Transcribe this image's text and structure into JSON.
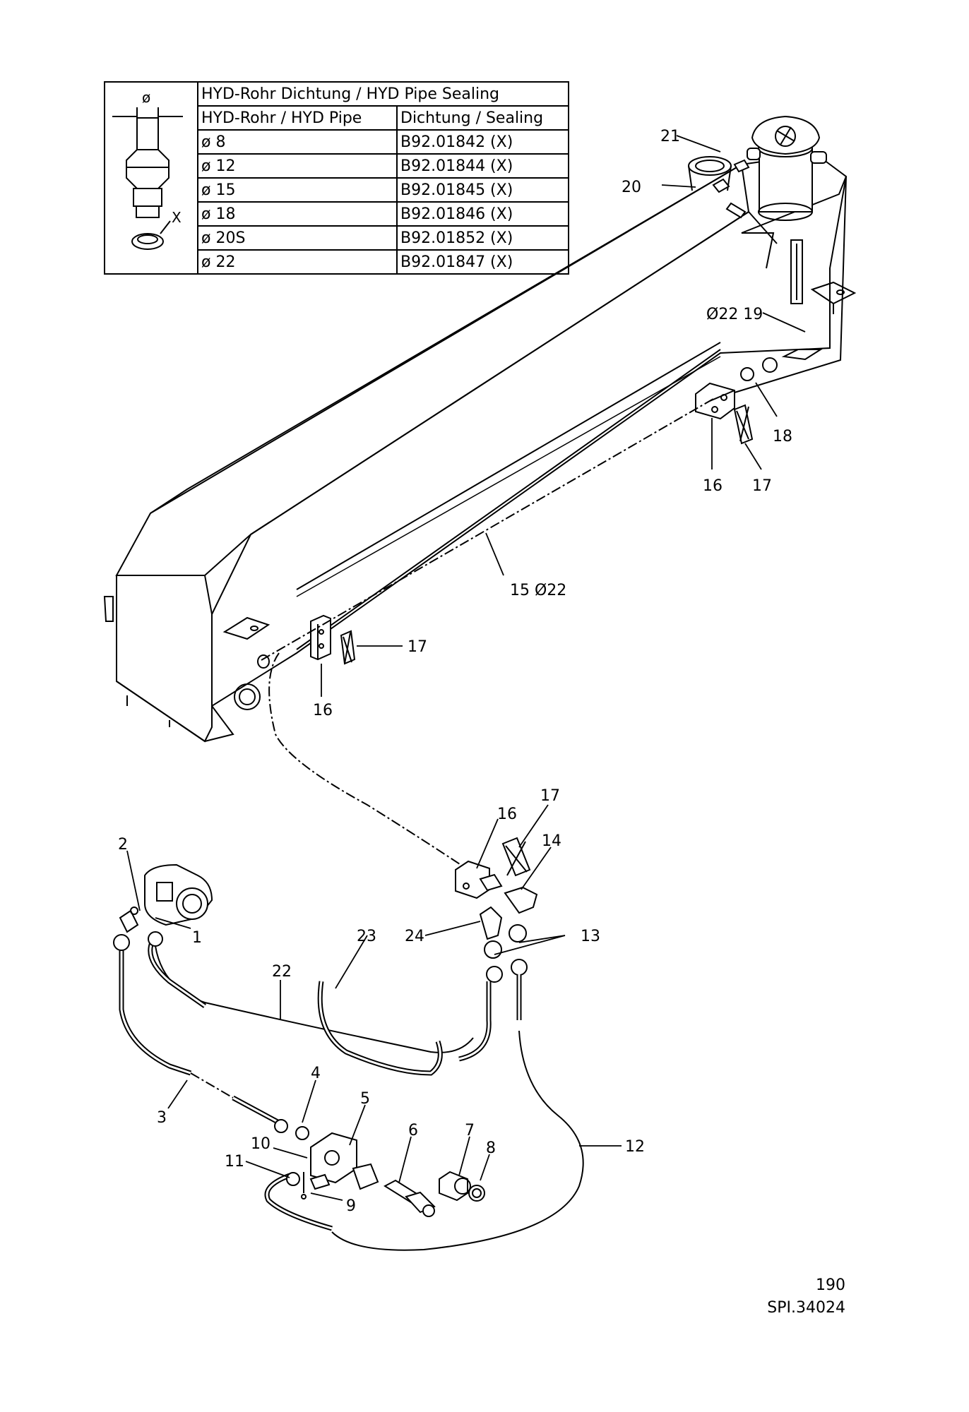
{
  "seal_table": {
    "title": "HYD-Rohr Dichtung / HYD Pipe Sealing",
    "col_pipe": "HYD-Rohr / HYD Pipe",
    "col_seal": "Dichtung / Sealing",
    "diameter_symbol": "ø",
    "detail_x": "X",
    "rows": [
      {
        "pipe": "ø 8",
        "seal": "B92.01842   (X)"
      },
      {
        "pipe": "ø 12",
        "seal": "B92.01844   (X)"
      },
      {
        "pipe": "ø 15",
        "seal": "B92.01845   (X)"
      },
      {
        "pipe": "ø 18",
        "seal": "B92.01846   (X)"
      },
      {
        "pipe": "ø 20S",
        "seal": "B92.01852   (X)"
      },
      {
        "pipe": "ø 22",
        "seal": "B92.01847   (X)"
      }
    ]
  },
  "callouts": {
    "c1": "1",
    "c2": "2",
    "c3": "3",
    "c4": "4",
    "c5": "5",
    "c6": "6",
    "c7": "7",
    "c8": "8",
    "c9": "9",
    "c10": "10",
    "c11": "11",
    "c12": "12",
    "c13": "13",
    "c14": "14",
    "c15": "15  Ø22",
    "c16a": "16",
    "c16b": "16",
    "c16c": "16",
    "c17a": "17",
    "c17b": "17",
    "c17c": "17",
    "c18": "18",
    "c19": "Ø22  19",
    "c20": "20",
    "c21": "21",
    "c22": "22",
    "c23": "23",
    "c24": "24"
  },
  "footer": {
    "page": "190",
    "ref": "SPI.34024"
  }
}
